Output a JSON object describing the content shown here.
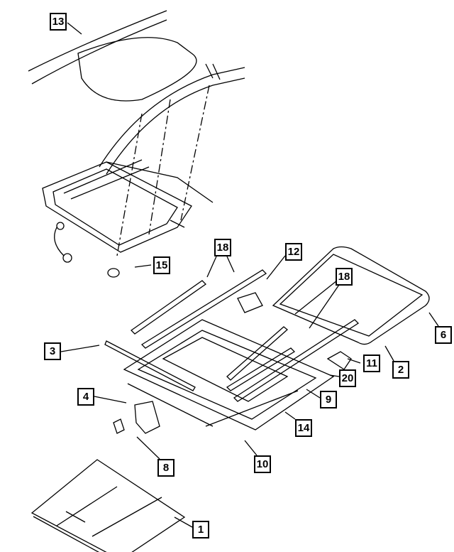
{
  "diagram": {
    "callouts": [
      {
        "id": "13",
        "label": "13"
      },
      {
        "id": "15",
        "label": "15"
      },
      {
        "id": "18a",
        "label": "18"
      },
      {
        "id": "12",
        "label": "12"
      },
      {
        "id": "18b",
        "label": "18"
      },
      {
        "id": "6",
        "label": "6"
      },
      {
        "id": "3",
        "label": "3"
      },
      {
        "id": "11",
        "label": "11"
      },
      {
        "id": "2",
        "label": "2"
      },
      {
        "id": "20",
        "label": "20"
      },
      {
        "id": "4",
        "label": "4"
      },
      {
        "id": "9",
        "label": "9"
      },
      {
        "id": "14",
        "label": "14"
      },
      {
        "id": "8",
        "label": "8"
      },
      {
        "id": "10",
        "label": "10"
      },
      {
        "id": "1",
        "label": "1"
      }
    ],
    "colors": {
      "line": "#000000",
      "background": "#ffffff"
    }
  }
}
